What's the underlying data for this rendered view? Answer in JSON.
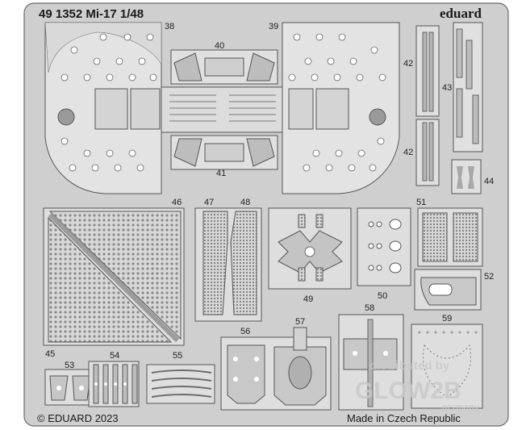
{
  "header": {
    "product_code": "49 1352 Mi-17 1/48",
    "brand": "eduard"
  },
  "footer": {
    "copyright": "© EDUARD 2023",
    "origin": "Made in Czech Republic"
  },
  "watermark": {
    "line1": "distributed by",
    "line2": "GLOW2B",
    "line3": "germany"
  },
  "part_numbers": {
    "p38": "38",
    "p39": "39",
    "p40": "40",
    "p41": "41",
    "p42a": "42",
    "p42b": "42",
    "p43": "43",
    "p44": "44",
    "p45": "45",
    "p46": "46",
    "p47": "47",
    "p48": "48",
    "p49": "49",
    "p50": "50",
    "p51": "51",
    "p52": "52",
    "p53": "53",
    "p54": "54",
    "p55": "55",
    "p56": "56",
    "p57": "57",
    "p58": "58",
    "p59": "59"
  },
  "colors": {
    "fret": "#cfcfcf",
    "fret_edge": "#6a6a6a",
    "part": "#e3e3e3",
    "part_dark": "#b9b9b9",
    "hole": "#ffffff"
  }
}
